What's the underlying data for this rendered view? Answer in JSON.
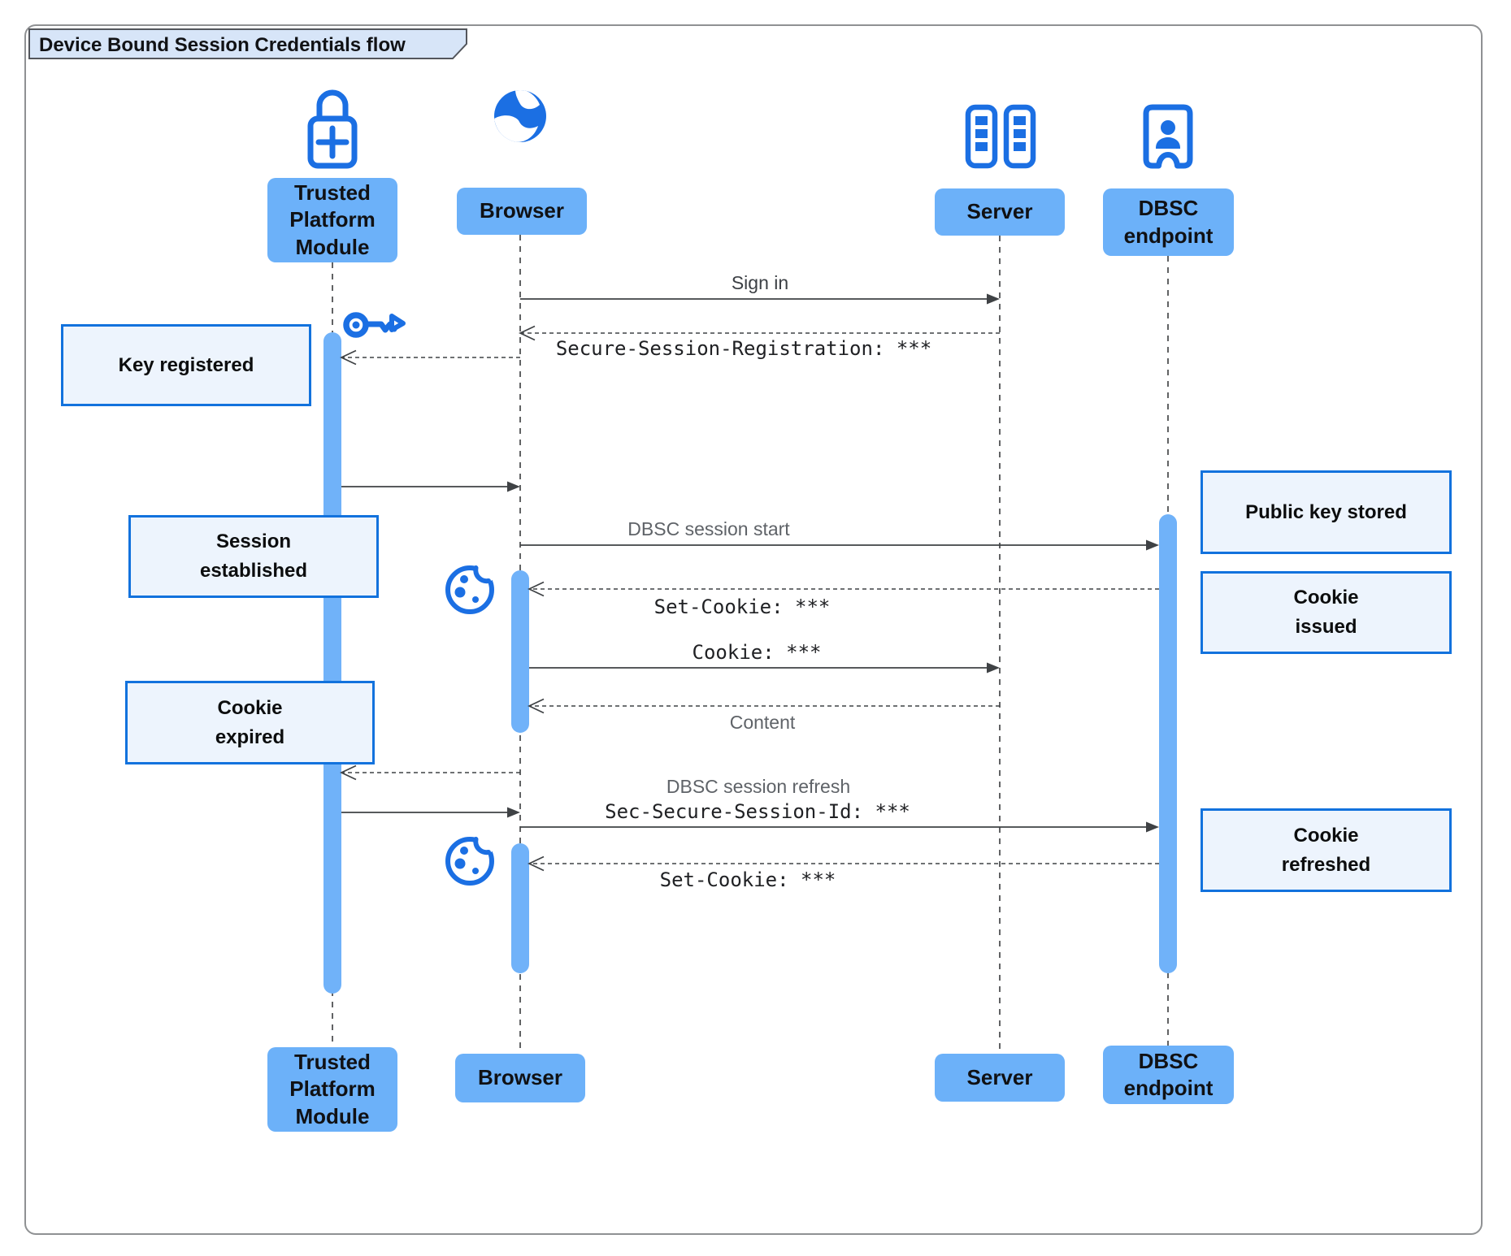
{
  "diagram": {
    "title": "Device Bound Session Credentials flow",
    "type": "sequence-diagram"
  },
  "actors": [
    {
      "id": "tpm",
      "label": "Trusted\nPlatform\nModule",
      "icon": "lock-plus-icon"
    },
    {
      "id": "browser",
      "label": "Browser",
      "icon": "globe-icon"
    },
    {
      "id": "server",
      "label": "Server",
      "icon": "server-rack-icon"
    },
    {
      "id": "dbsc",
      "label": "DBSC\nendpoint",
      "icon": "badge-person-icon"
    }
  ],
  "messages": [
    {
      "label": "Sign in",
      "from": "Browser",
      "to": "Server",
      "style": "solid"
    },
    {
      "label": "Secure-Session-Registration: ***",
      "from": "Server",
      "to": "Browser",
      "style": "dashed",
      "font": "mono"
    },
    {
      "label": "",
      "from": "Browser",
      "to": "Trusted Platform Module",
      "style": "dashed",
      "icon": "key-icon"
    },
    {
      "label": "",
      "from": "Trusted Platform Module",
      "to": "Browser",
      "style": "solid"
    },
    {
      "label": "DBSC session start",
      "from": "Browser",
      "to": "DBSC endpoint",
      "style": "solid"
    },
    {
      "label": "Set-Cookie: ***",
      "from": "DBSC endpoint",
      "to": "Browser",
      "style": "dashed",
      "font": "mono",
      "icon": "cookie-icon"
    },
    {
      "label": "Cookie: ***",
      "from": "Browser",
      "to": "Server",
      "style": "solid",
      "font": "mono"
    },
    {
      "label": "Content",
      "from": "Server",
      "to": "Browser",
      "style": "dashed"
    },
    {
      "label": "",
      "from": "Browser",
      "to": "Trusted Platform Module",
      "style": "dashed"
    },
    {
      "label": "",
      "from": "Trusted Platform Module",
      "to": "Browser",
      "style": "solid"
    },
    {
      "label": "DBSC session refresh",
      "label2": "Sec-Secure-Session-Id: ***",
      "from": "Browser",
      "to": "DBSC endpoint",
      "style": "solid",
      "font2": "mono"
    },
    {
      "label": "Set-Cookie: ***",
      "from": "DBSC endpoint",
      "to": "Browser",
      "style": "dashed",
      "font": "mono",
      "icon": "cookie-icon"
    }
  ],
  "notes": [
    {
      "text": "Key registered",
      "side": "left"
    },
    {
      "text": "Session\nestablished",
      "side": "left"
    },
    {
      "text": "Cookie\nexpired",
      "side": "left"
    },
    {
      "text": "Public key stored",
      "side": "right"
    },
    {
      "text": "Cookie\nissued",
      "side": "right"
    },
    {
      "text": "Cookie\nrefreshed",
      "side": "right"
    }
  ],
  "colors": {
    "icon_blue": "#1B6FE3",
    "actor_box_fill": "#6CB1F9",
    "activation_bar_fill": "#70B2F9",
    "note_fill": "#EDF4FD",
    "note_border": "#1272DD",
    "title_tab_fill": "#D7E5F8",
    "line_color": "#3f4245",
    "label_gray": "#5f6368",
    "frame_border": "#8f9193"
  }
}
